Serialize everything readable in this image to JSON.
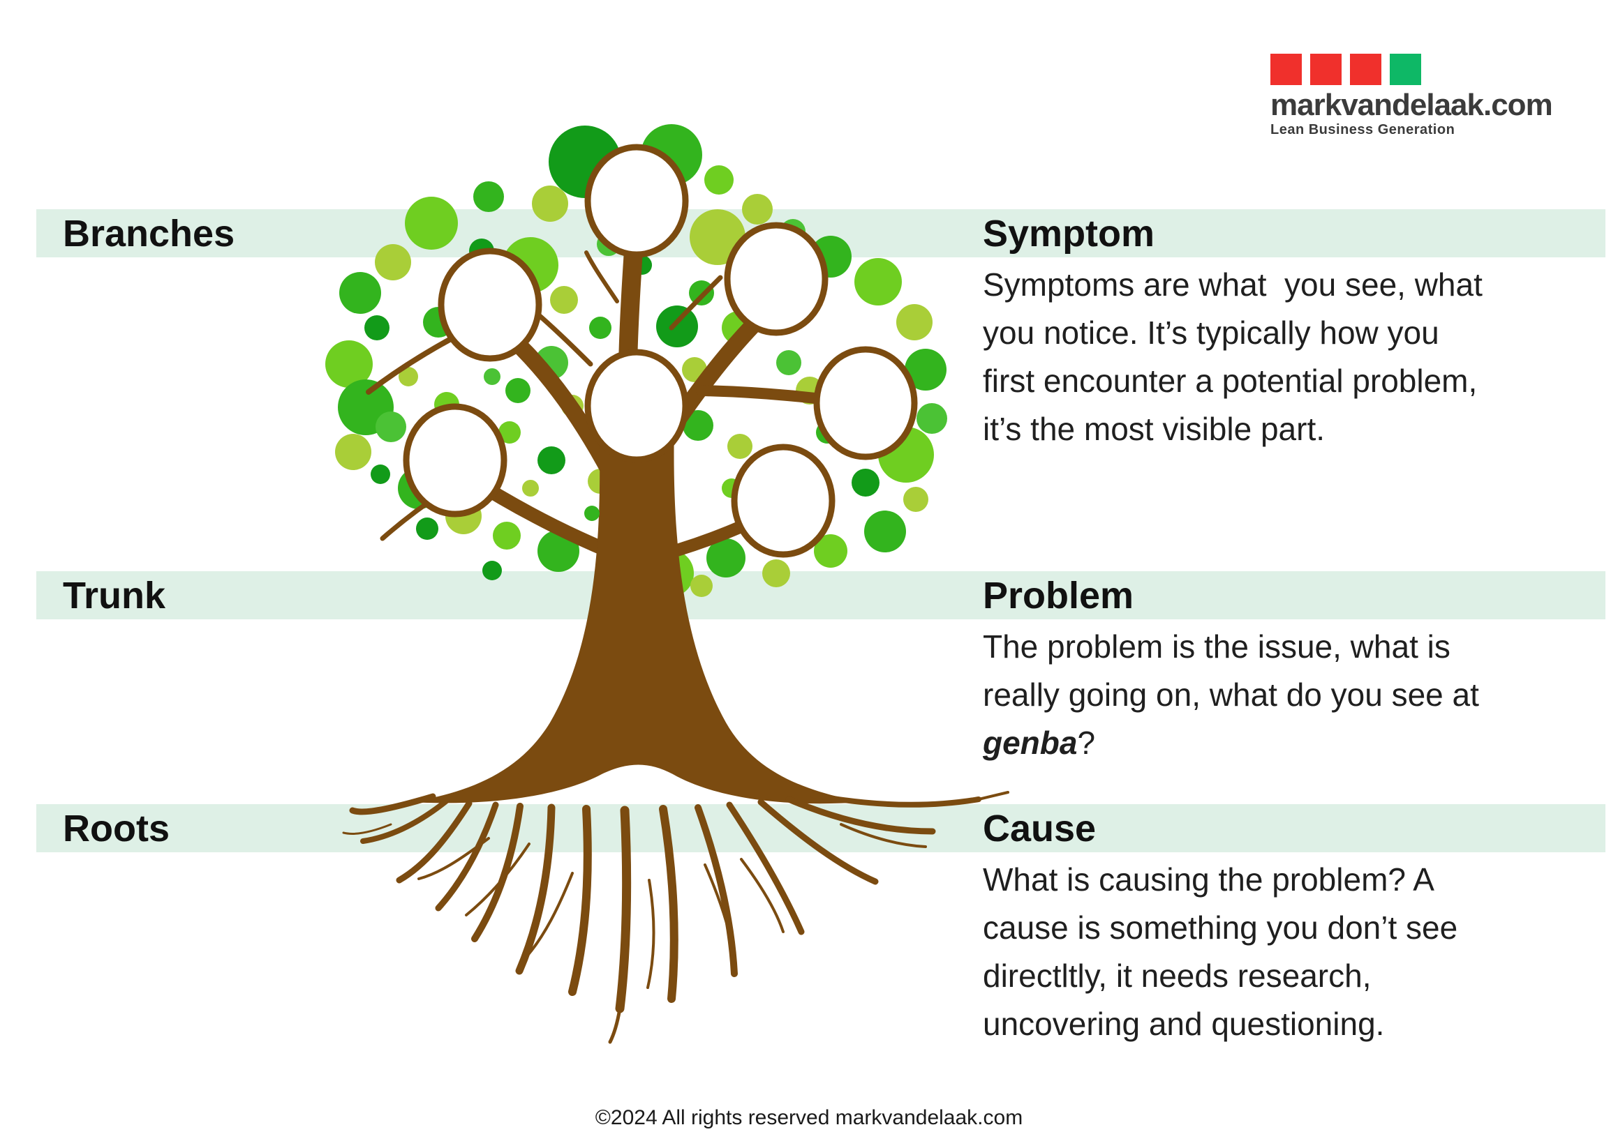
{
  "logo": {
    "domain": "markvandelaak.com",
    "tagline": "Lean Business Generation",
    "square_colors": [
      "#f0302c",
      "#f0302c",
      "#f0302c",
      "#0eb866"
    ]
  },
  "sections": [
    {
      "label": "Branches",
      "title": "Symptom",
      "body": "Symptoms are what  you see, what\nyou notice. It’s typically how you\nfirst encounter a potential problem,\nit’s the most visible part."
    },
    {
      "label": "Trunk",
      "title": "Problem",
      "body_pre": "The problem is the issue, what is\nreally going on, what do you see at\n",
      "body_emphasis": "genba",
      "body_post": "?"
    },
    {
      "label": "Roots",
      "title": "Cause",
      "body": "What is causing the problem? A\ncause is something you don’t see\ndirectltly, it needs research,\nuncovering and questioning."
    }
  ],
  "footer": {
    "copyright": "©2024 All rights reserved markvandelaak.com"
  },
  "illustration": {
    "band_color": "#def0e6",
    "trunk_color": "#7b4b10",
    "node_fill": "#ffffff",
    "node_stroke": "#7b4b10",
    "foliage_palette": [
      "#a9ce38",
      "#6fce21",
      "#33b41e",
      "#129b19",
      "#4bc235"
    ]
  }
}
